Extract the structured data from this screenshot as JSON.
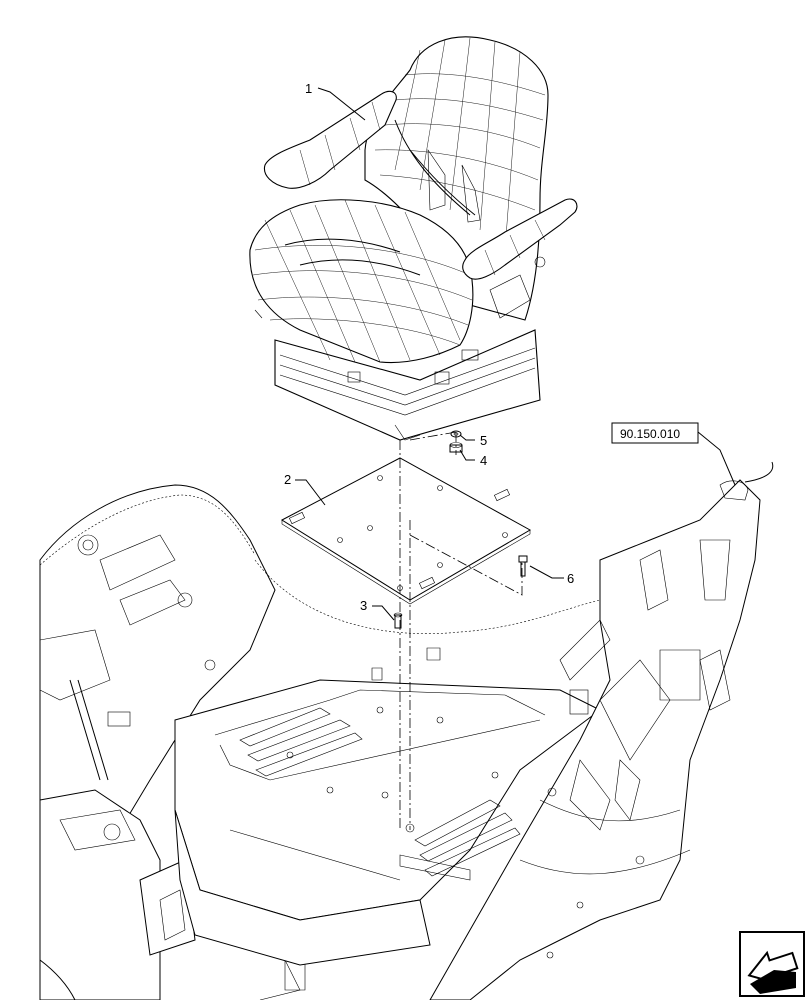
{
  "diagram": {
    "callouts": [
      {
        "id": "1",
        "label": "1"
      },
      {
        "id": "2",
        "label": "2"
      },
      {
        "id": "3",
        "label": "3"
      },
      {
        "id": "4",
        "label": "4"
      },
      {
        "id": "5",
        "label": "5"
      },
      {
        "id": "6",
        "label": "6"
      }
    ],
    "reference": "90.150.010",
    "nav_icon": "next-page-arrow-icon"
  }
}
